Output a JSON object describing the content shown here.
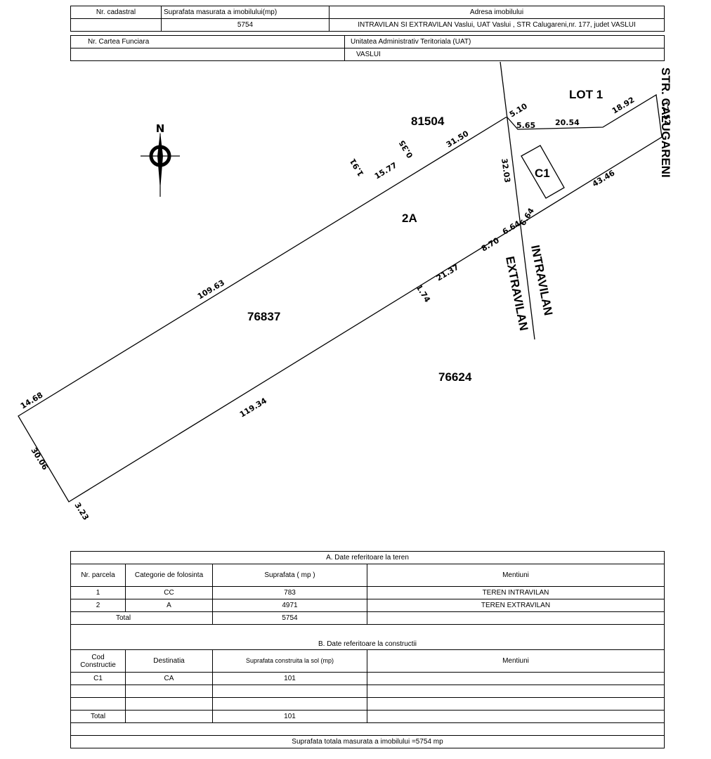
{
  "header": {
    "nr_cadastral_label": "Nr. cadastral",
    "nr_cadastral_value": "",
    "suprafata_label": "Suprafata masurata a imobilului(mp)",
    "suprafata_value": "5754",
    "adresa_label": "Adresa imobilului",
    "adresa_value": "INTRAVILAN SI EXTRAVILAN Vaslui, UAT Vaslui , STR Calugareni,nr. 177, judet VASLUI",
    "carte_funciara_label": "Nr. Cartea Funciara",
    "carte_funciara_value": "",
    "uat_label": "Unitatea Administrativ Teritoriala (UAT)",
    "uat_value": "VASLUI"
  },
  "plan": {
    "north_label": "N",
    "parcels": {
      "main": "2A",
      "neighbor_north": "81504",
      "neighbor_west": "76837",
      "neighbor_south": "76624",
      "lot": "LOT 1",
      "building": "C1"
    },
    "street": "STR. CALUGARENI",
    "zones": {
      "intravilan": "INTRAVILAN",
      "extravilan": "EXTRAVILAN"
    },
    "dimensions": {
      "d_14_68": "14.68",
      "d_109_63": "109.63",
      "d_1_91": "1.91",
      "d_15_77": "15.77",
      "d_0_35": "0.35",
      "d_31_50": "31.50",
      "d_5_10": "5.10",
      "d_5_65": "5.65",
      "d_20_54": "20.54",
      "d_18_92": "18.92",
      "d_12_52": "12.52",
      "d_43_46": "43.46",
      "d_6_64a": "6.64",
      "d_6_64b": "6.64",
      "d_8_70": "8.70",
      "d_21_37": "21.37",
      "d_1_74": "1.74",
      "d_119_34": "119.34",
      "d_30_06": "30.06",
      "d_3_23": "3.23",
      "d_32_03": "32.03"
    }
  },
  "teren": {
    "title": "A. Date referitoare la teren",
    "headers": {
      "nr": "Nr. parcela",
      "categorie": "Categorie de folosinta",
      "suprafata": "Suprafata ( mp )",
      "mentiuni": "Mentiuni"
    },
    "rows": [
      {
        "nr": "1",
        "categorie": "CC",
        "suprafata": "783",
        "mentiuni": "TEREN INTRAVILAN"
      },
      {
        "nr": "2",
        "categorie": "A",
        "suprafata": "4971",
        "mentiuni": "TEREN EXTRAVILAN"
      }
    ],
    "total_label": "Total",
    "total_value": "5754"
  },
  "constructii": {
    "title": "B. Date referitoare la constructii",
    "headers": {
      "cod": "Cod Constructie",
      "destinatia": "Destinatia",
      "suprafata": "Suprafata construita la sol (mp)",
      "mentiuni": "Mentiuni"
    },
    "rows": [
      {
        "cod": "C1",
        "destinatia": "CA",
        "suprafata": "101",
        "mentiuni": ""
      }
    ],
    "total_label": "Total",
    "total_value": "101"
  },
  "footer": {
    "suprafata_totala": "Suprafata totala masurata a imobilului =5754  mp"
  }
}
